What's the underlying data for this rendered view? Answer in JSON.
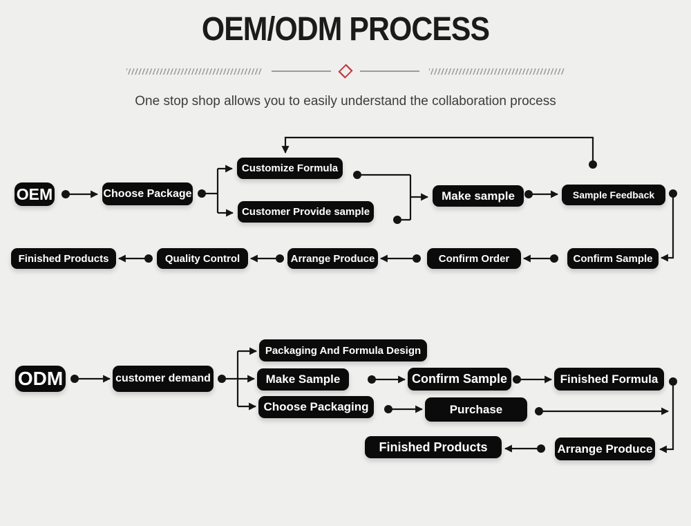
{
  "header": {
    "title": "OEM/ODM PROCESS",
    "subtitle": "One stop shop allows you to easily understand the collaboration process"
  },
  "colors": {
    "background": "#efefee",
    "node_background": "#0b0b0b",
    "node_text": "#ffffff",
    "connector": "#141414",
    "title_text": "#1b1b1b",
    "subtitle_text": "#3c3c3c",
    "separator_line": "#9b9b9b",
    "diamond_accent": "#c03a40"
  },
  "nodes": {
    "oem": "OEM",
    "choose_package": "Choose Package",
    "customize_formula": "Customize Formula",
    "customer_provide_sample": "Customer Provide sample",
    "make_sample_oem": "Make sample",
    "sample_feedback": "Sample Feedback",
    "confirm_sample_oem": "Confirm Sample",
    "confirm_order": "Confirm Order",
    "arrange_produce_oem": "Arrange Produce",
    "quality_control": "Quality Control",
    "finished_products_oem": "Finished Products",
    "odm": "ODM",
    "customer_demand": "customer demand",
    "packaging_and_formula_design": "Packaging And Formula Design",
    "make_sample_odm": "Make Sample",
    "choose_packaging": "Choose Packaging",
    "confirm_sample_odm": "Confirm Sample",
    "finished_formula": "Finished Formula",
    "purchase": "Purchase",
    "finished_products_odm": "Finished Products",
    "arrange_produce_odm": "Arrange Produce"
  },
  "oem_flow_edges": [
    "OEM → Choose Package",
    "Choose Package → Customize Formula",
    "Choose Package → Customer Provide sample",
    "Customize Formula → Make sample",
    "Customer Provide sample → Make sample",
    "Make sample → Sample Feedback",
    "Sample Feedback → Customize Formula (feedback loop)",
    "Sample Feedback → Confirm Sample",
    "Confirm Sample → Confirm Order",
    "Confirm Order → Arrange Produce",
    "Arrange Produce → Quality Control",
    "Quality Control → Finished Products"
  ],
  "odm_flow_edges": [
    "ODM → customer demand",
    "customer demand → Packaging And Formula Design",
    "customer demand → Make Sample",
    "customer demand → Choose Packaging",
    "Make Sample → Confirm Sample",
    "Confirm Sample → Finished Formula",
    "Choose Packaging → Purchase",
    "Purchase → Arrange Produce",
    "Finished Formula → Arrange Produce",
    "Arrange Produce → Finished Products"
  ]
}
